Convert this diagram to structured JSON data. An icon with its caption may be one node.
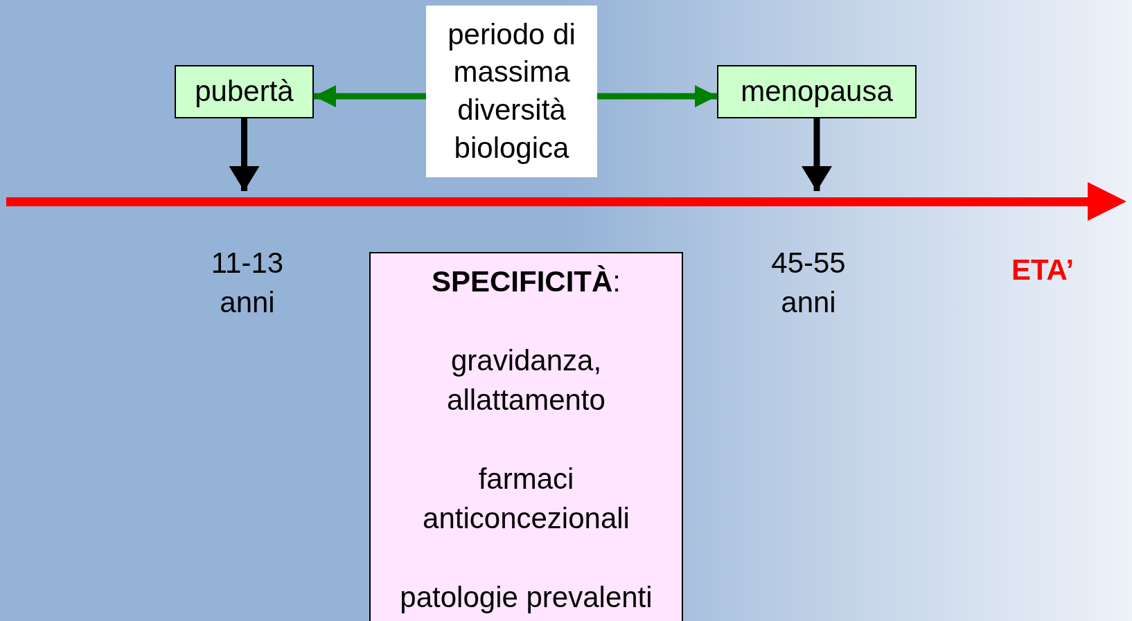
{
  "diagram": {
    "nodes": [
      {
        "text": [
          "pubertà"
        ]
      },
      {
        "text": [
          "periodo di massima diversità biologica"
        ]
      },
      {
        "text": [
          "menopausa"
        ]
      },
      {
        "text": [
          "**SPECIFICITÀ**:",
          "gravidanza, allattamento",
          "farmaci anticoncezionali",
          "patologie prevalenti"
        ]
      }
    ],
    "edges": [
      {
        "from": 1,
        "to": 0,
        "arrow": "to",
        "color": "#008000"
      },
      {
        "from": 1,
        "to": 2,
        "arrow": "to",
        "color": "#008000"
      },
      {
        "from": 0,
        "to": null,
        "arrow": "to",
        "color": "#000000"
      },
      {
        "from": 2,
        "to": null,
        "arrow": "to",
        "color": "#000000"
      }
    ],
    "labels": [
      "11-13 anni",
      "45-55 anni",
      "ETA’"
    ]
  }
}
